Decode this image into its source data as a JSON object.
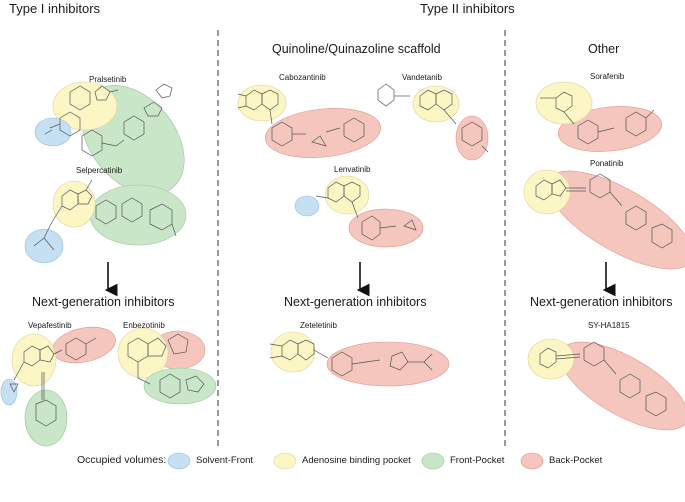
{
  "headers": {
    "type1": "Type I inhibitors",
    "type2": "Type II inhibitors",
    "quinoline": "Quinoline/Quinazoline scaffold",
    "other": "Other"
  },
  "next_gen_label": "Next-generation inhibitors",
  "drugs": {
    "pralsetinib": "Pralsetinib",
    "selpercatinib": "Selpercatinib",
    "vepafestinib": "Vepafestinib",
    "enbezotinib": "Enbezotinib",
    "cabozantinib": "Cabozantinib",
    "vandetanib": "Vandetanib",
    "lenvatinib": "Lenvatinib",
    "zeteletinib": "Zeteletinib",
    "sorafenib": "Sorafenib",
    "ponatinib": "Ponatinib",
    "sy_ha1815": "SY-HA1815"
  },
  "legend": {
    "title": "Occupied volumes:",
    "items": [
      {
        "label": "Solvent-Front",
        "color": "#c5dff3"
      },
      {
        "label": "Adenosine binding pocket",
        "color": "#fbf6c4"
      },
      {
        "label": "Front-Pocket",
        "color": "#c9e6c8"
      },
      {
        "label": "Back-Pocket",
        "color": "#f5c6bd"
      }
    ]
  },
  "colors": {
    "solvent_front": "#c5dff3",
    "adenosine": "#fbf6c4",
    "front_pocket": "#c9e6c8",
    "back_pocket": "#f5c6bd",
    "line": "#444444"
  }
}
